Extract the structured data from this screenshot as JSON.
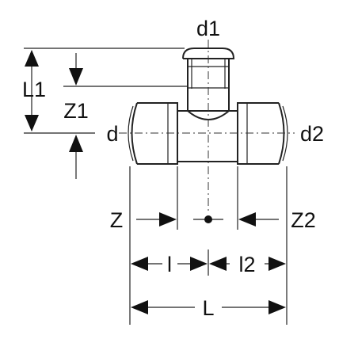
{
  "labels": {
    "d1": "d1",
    "d": "d",
    "d2": "d2",
    "L1": "L1",
    "Z1": "Z1",
    "Z": "Z",
    "Z2": "Z2",
    "l": "l",
    "l2": "l2",
    "L": "L"
  }
}
